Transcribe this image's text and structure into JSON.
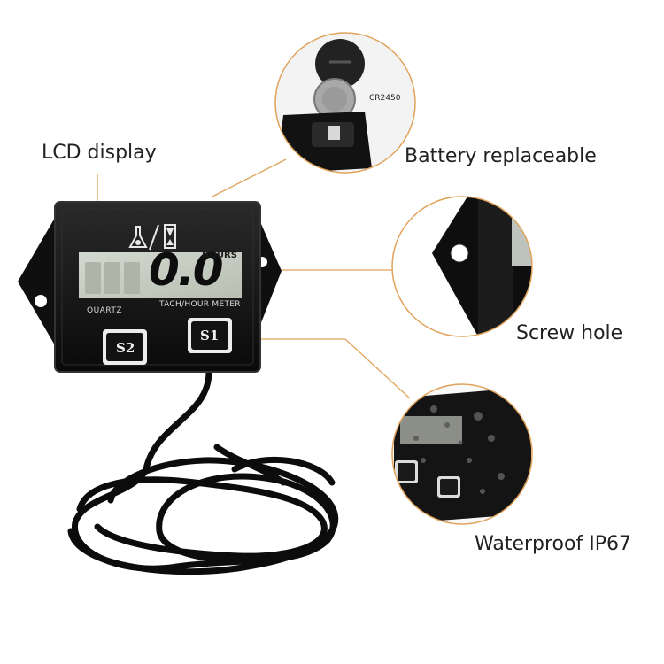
{
  "callouts": {
    "lcd_display": "LCD display",
    "battery": "Battery replaceable",
    "screw_hole": "Screw hole",
    "waterproof": "Waterproof IP67"
  },
  "device": {
    "brand_text": "QUARTZ",
    "meter_label": "TACH/HOUR METER",
    "unit": "HOURS",
    "reading": "0.0",
    "buttons": {
      "s2": "S2",
      "s1": "S1"
    }
  },
  "battery_inset": {
    "battery_model": "CR2450"
  },
  "colors": {
    "callout_line": "#e0a35c",
    "device_body": "#111111",
    "lcd_background": "#c9cfc3"
  }
}
